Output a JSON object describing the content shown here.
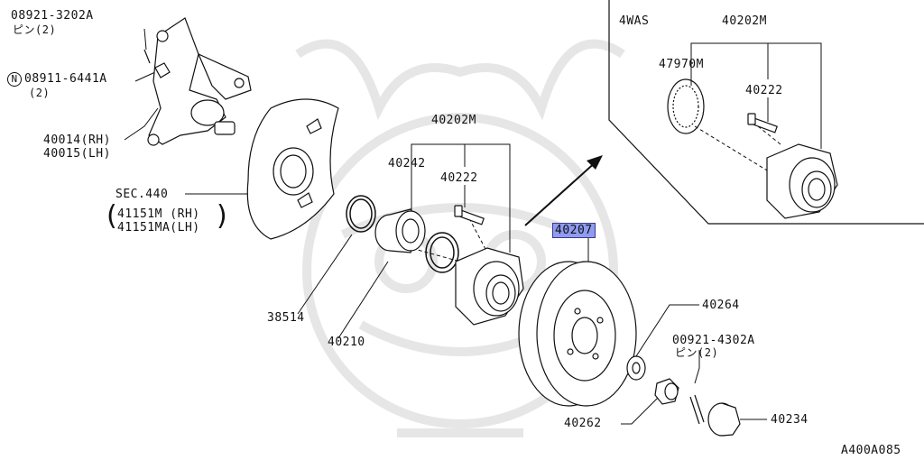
{
  "diagram": {
    "catalog_code": "A400A085"
  },
  "colors": {
    "highlight": "#8e9bf0",
    "line": "#111111",
    "watermark": "#e6e6e6"
  },
  "labels": {
    "pin_a": "08921-3202A",
    "pin_a_qty": "ピン(2)",
    "nut_n": "N",
    "nut": "08911-6441A",
    "nut_qty": "(2)",
    "knuckle_rh": "40014(RH)",
    "knuckle_lh": "40015(LH)",
    "sec": "SEC.440",
    "plate_rh": "41151M (RH)",
    "plate_lh": "41151MA(LH)",
    "snap_ring": "38514",
    "bearing": "40210",
    "hub_group": "40202M",
    "seal": "40242",
    "hub_bolt": "40222",
    "rotor": "40207",
    "washer": "40264",
    "pin_b": "00921-4302A",
    "pin_b_qty": "ピン(2)",
    "nut_b": "40262",
    "cap": "40234"
  },
  "inset": {
    "title": "4WAS",
    "hub_group": "40202M",
    "sensor_ring": "47970M",
    "hub_bolt": "40222"
  }
}
